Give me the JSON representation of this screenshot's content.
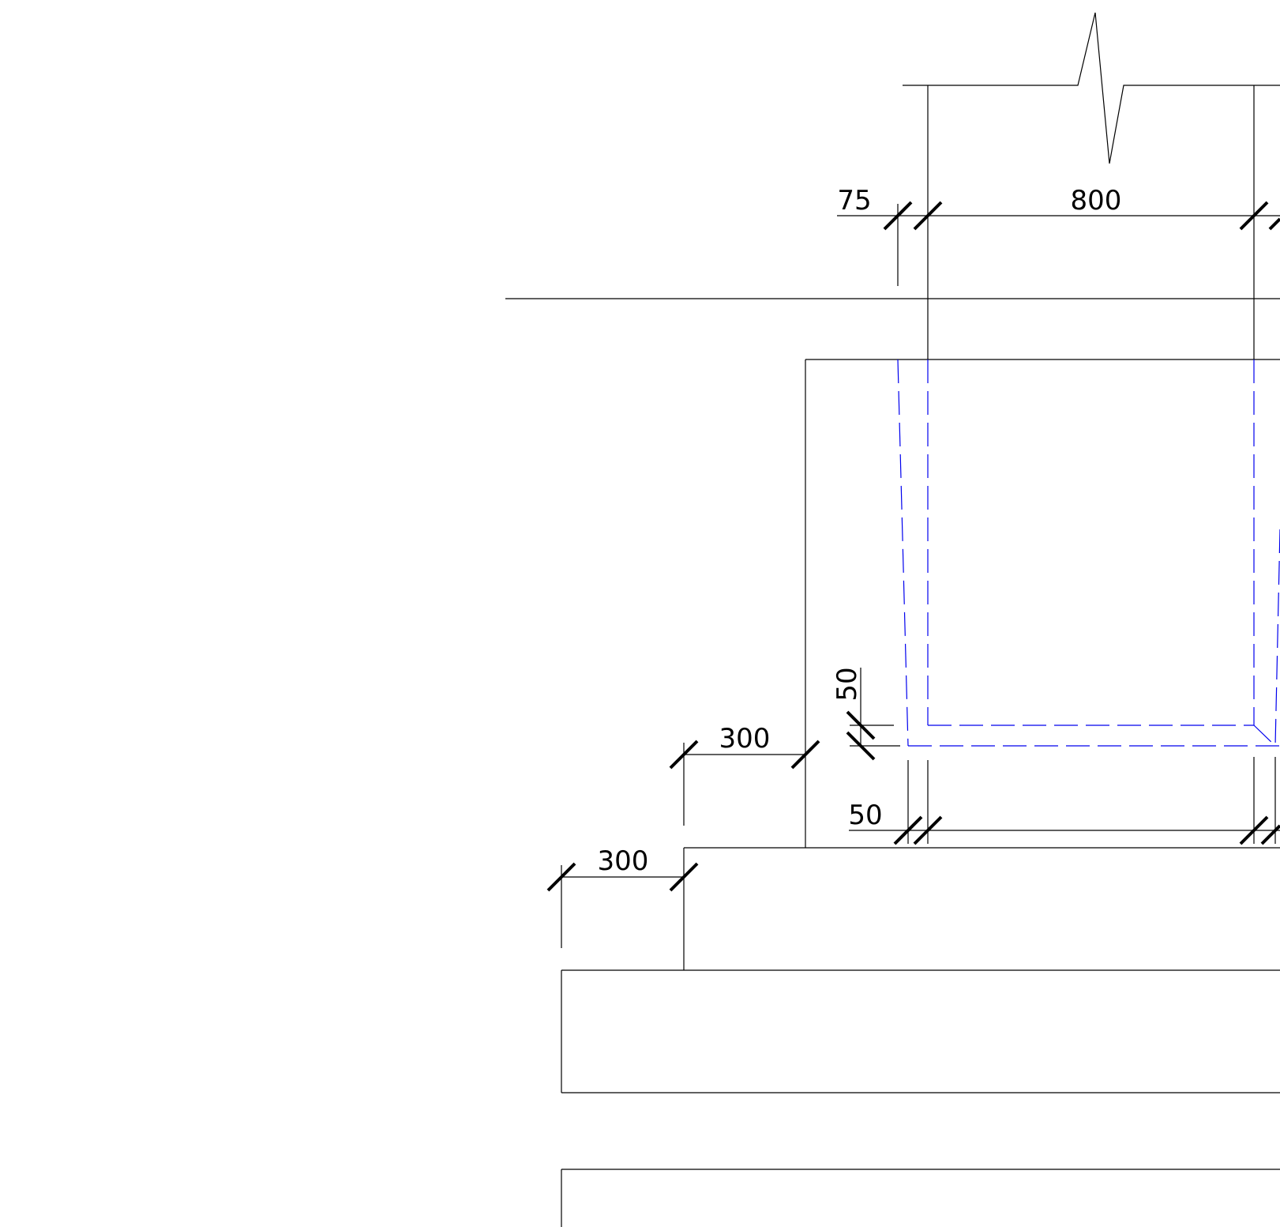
{
  "drawing": {
    "colors": {
      "line": "#000000",
      "hidden_line": "#0000ee",
      "background": "#ffffff"
    },
    "dimensions": {
      "top_offset": "75",
      "column_width": "800",
      "cover_vertical": "50",
      "cover_horizontal": "50",
      "step_upper": "300",
      "step_lower": "300"
    }
  }
}
